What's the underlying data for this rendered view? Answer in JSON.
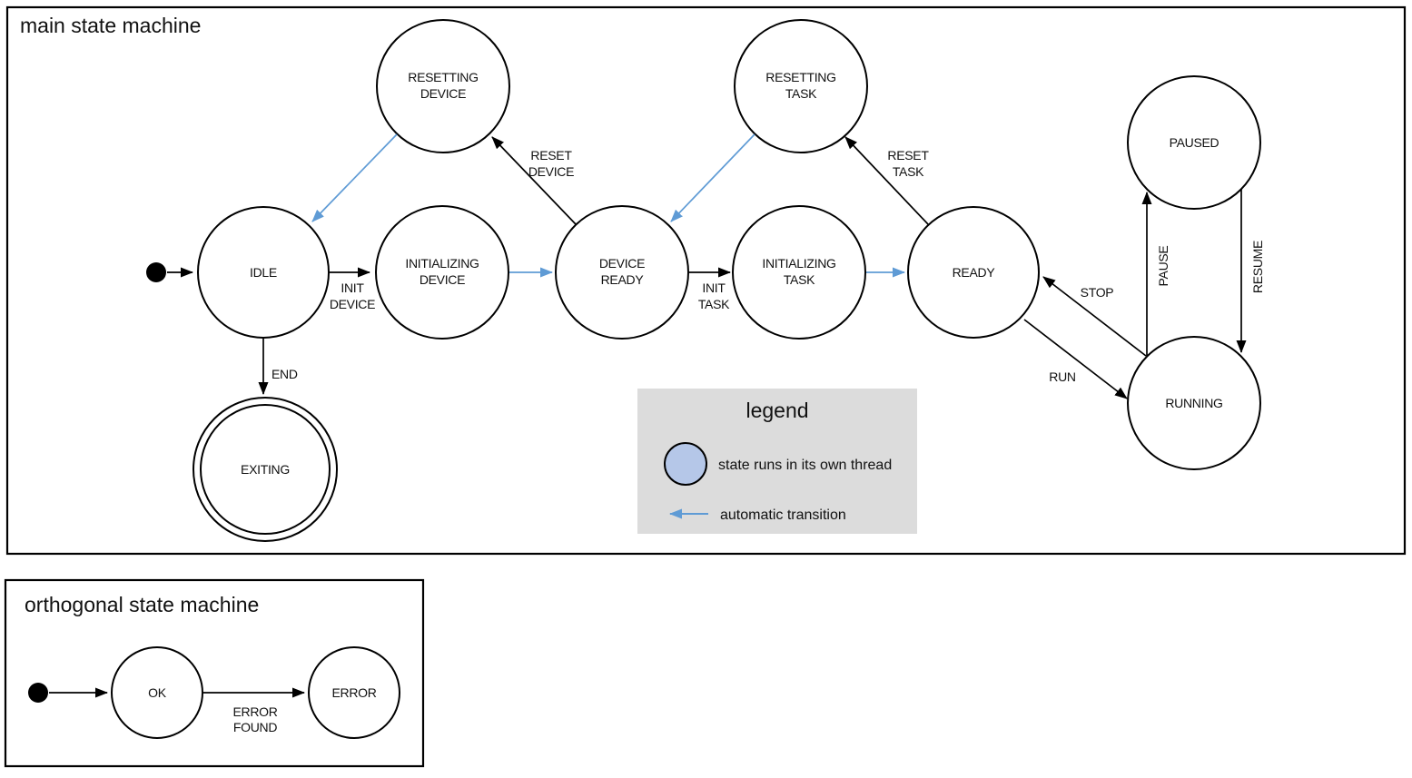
{
  "colors": {
    "threaded_fill": "#b5c7e8",
    "auto_arrow": "#5f9bd5",
    "edge": "#000000",
    "legend_bg": "#dcdcdc"
  },
  "main": {
    "title": "main state machine",
    "states": {
      "idle": {
        "label": "IDLE"
      },
      "initializing_device": {
        "line1": "INITIALIZING",
        "line2": "DEVICE"
      },
      "device_ready": {
        "line1": "DEVICE",
        "line2": "READY"
      },
      "initializing_task": {
        "line1": "INITIALIZING",
        "line2": "TASK"
      },
      "ready": {
        "label": "READY"
      },
      "resetting_device": {
        "line1": "RESETTING",
        "line2": "DEVICE"
      },
      "resetting_task": {
        "line1": "RESETTING",
        "line2": "TASK"
      },
      "paused": {
        "label": "PAUSED"
      },
      "running": {
        "label": "RUNNING"
      },
      "exiting": {
        "label": "EXITING"
      }
    },
    "transitions": {
      "init_device": {
        "line1": "INIT",
        "line2": "DEVICE"
      },
      "reset_device": {
        "line1": "RESET",
        "line2": "DEVICE"
      },
      "init_task": {
        "line1": "INIT",
        "line2": "TASK"
      },
      "reset_task": {
        "line1": "RESET",
        "line2": "TASK"
      },
      "stop": {
        "label": "STOP"
      },
      "run": {
        "label": "RUN"
      },
      "pause": {
        "label": "PAUSE"
      },
      "resume": {
        "label": "RESUME"
      },
      "end": {
        "label": "END"
      }
    }
  },
  "legend": {
    "title": "legend",
    "threaded_label": "state runs in its own thread",
    "auto_label": "automatic transition"
  },
  "orthogonal": {
    "title": "orthogonal state machine",
    "states": {
      "ok": {
        "label": "OK"
      },
      "error": {
        "label": "ERROR"
      }
    },
    "transitions": {
      "error_found": {
        "line1": "ERROR",
        "line2": "FOUND"
      }
    }
  }
}
